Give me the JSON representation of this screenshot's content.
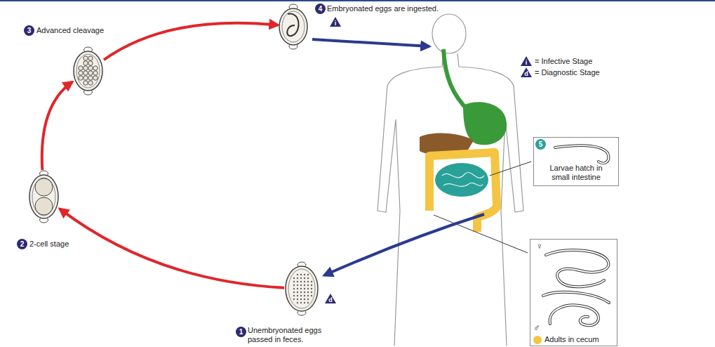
{
  "diagram": {
    "nodes": [
      {
        "text": [
          "Unembryonated eggs passed in feces."
        ]
      },
      {
        "text": [
          "2-cell stage"
        ]
      },
      {
        "text": [
          "Advanced cleavage"
        ]
      },
      {
        "text": [
          "Embryonated eggs are ingested."
        ]
      },
      {
        "text": [
          "Larvae hatch in small intestine"
        ]
      },
      {
        "text": [
          "Adults in cecum"
        ]
      }
    ],
    "edges": [
      {
        "from": 0,
        "to": 1,
        "arrow": "to"
      },
      {
        "from": 1,
        "to": 2,
        "arrow": "to"
      },
      {
        "from": 2,
        "to": 3,
        "arrow": "to"
      }
    ],
    "labels": [
      "4",
      "i",
      "3",
      "2",
      "1",
      "d",
      "5",
      "♀",
      "♂",
      "i",
      "d"
    ],
    "legend": [
      {
        "text": "= Infective Stage"
      },
      {
        "text": "= Diagnostic Stage"
      }
    ]
  }
}
